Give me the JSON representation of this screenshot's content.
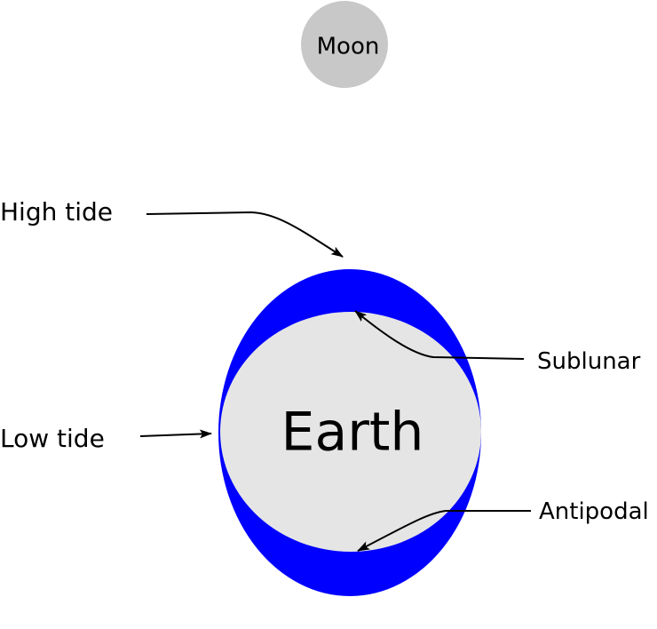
{
  "labels": {
    "moon": "Moon",
    "earth": "Earth",
    "high_tide": "High tide",
    "low_tide": "Low tide",
    "sublunar": "Sublunar",
    "antipodal": "Antipodal"
  },
  "colors": {
    "water": "#0000ff",
    "earth": "#e5e5e5",
    "moon": "#c8c8c8",
    "text": "#000000"
  }
}
